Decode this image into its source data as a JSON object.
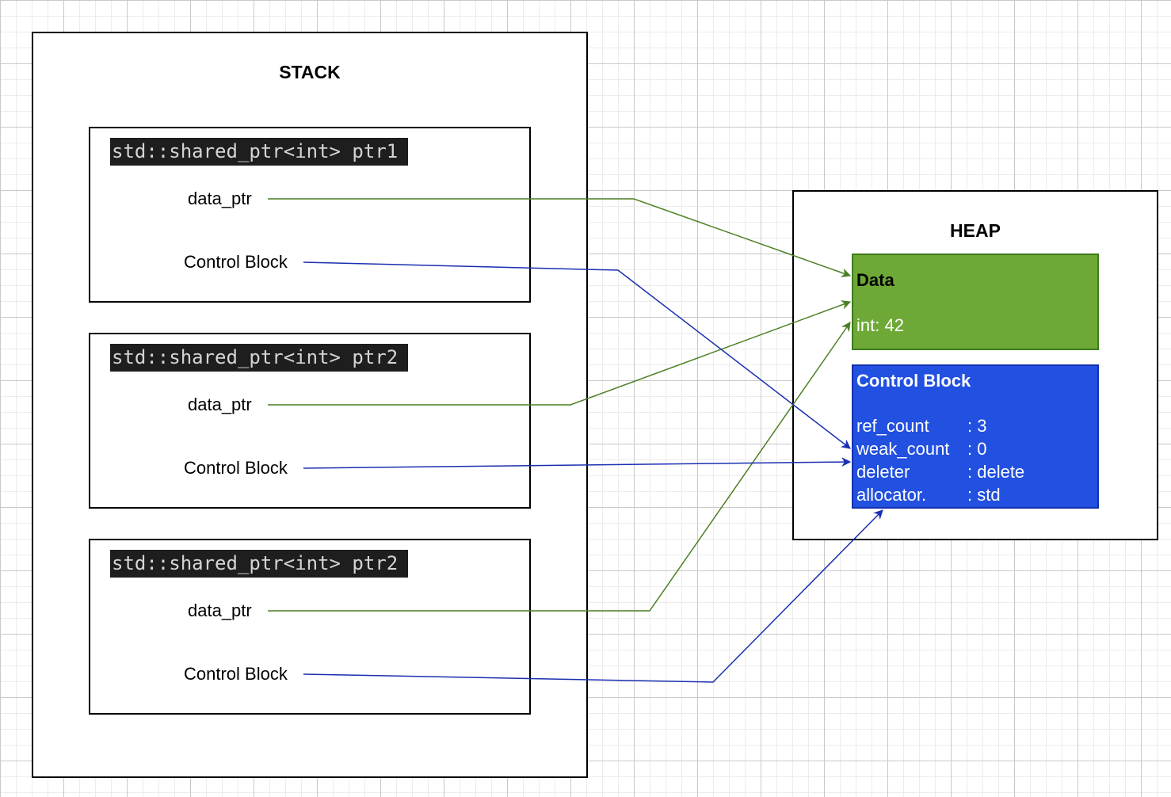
{
  "stack": {
    "title": "STACK",
    "pointers": [
      {
        "header": "std::shared_ptr<int> ptr1",
        "data_label": "data_ptr",
        "ctrl_label": "Control Block"
      },
      {
        "header": "std::shared_ptr<int> ptr2",
        "data_label": "data_ptr",
        "ctrl_label": "Control Block"
      },
      {
        "header": "std::shared_ptr<int> ptr2",
        "data_label": "data_ptr",
        "ctrl_label": "Control Block"
      }
    ]
  },
  "heap": {
    "title": "HEAP",
    "data_block": {
      "title": "Data",
      "value": "int: 42"
    },
    "control_block": {
      "title": "Control Block",
      "rows": [
        {
          "key": "ref_count",
          "value": ": 3"
        },
        {
          "key": "weak_count",
          "value": ": 0"
        },
        {
          "key": "deleter",
          "value": ": delete"
        },
        {
          "key": "allocator.",
          "value": ": std"
        }
      ]
    }
  },
  "colors": {
    "data_arrow": "#4a7f22",
    "ctrl_arrow": "#1a2fb0",
    "data_fill": "#6ea937",
    "ctrl_fill": "#2250e0"
  }
}
